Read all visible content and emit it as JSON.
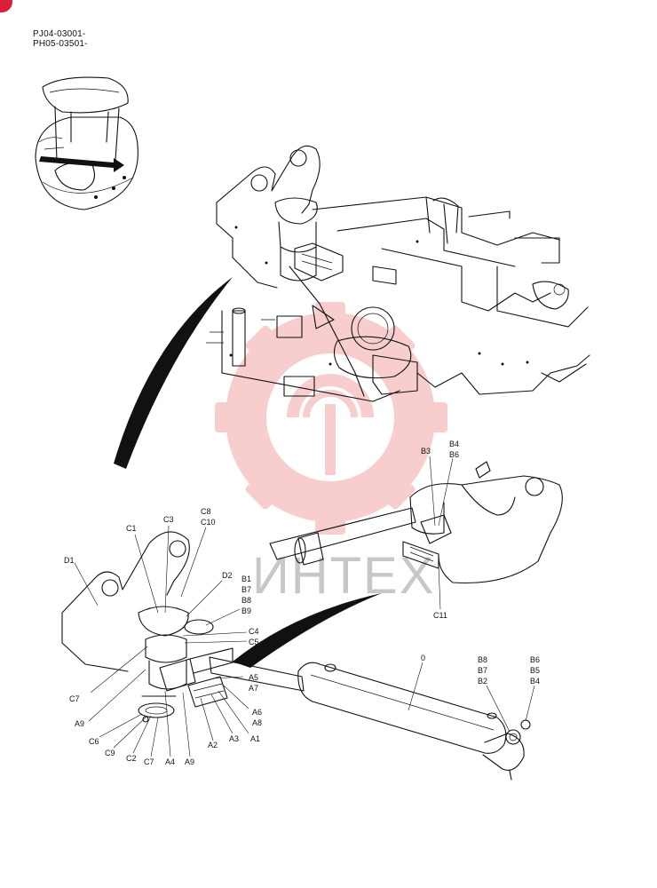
{
  "header": {
    "serial_1": "PJ04-03001-",
    "serial_2": "PH05-03501-"
  },
  "watermark": {
    "text": "ИНТЕХ",
    "color": "#f08a8a"
  },
  "callouts": {
    "C1": "C1",
    "C3": "C3",
    "C8": "C8",
    "C10": "C10",
    "D1": "D1",
    "D2": "D2",
    "B1_left": "B1",
    "B7_left": "B7",
    "B8_left": "B8",
    "B9_left": "B9",
    "C4": "C4",
    "C5": "C5",
    "C7_left": "C7",
    "A5": "A5",
    "A7": "A7",
    "A6": "A6",
    "A8": "A8",
    "A9_left": "A9",
    "A3": "A3",
    "A1": "A1",
    "A2": "A2",
    "C6": "C6",
    "C9": "C9",
    "C2": "C2",
    "C7_bottom": "C7",
    "A4": "A4",
    "A9_bottom": "A9",
    "B3": "B3",
    "B4_top": "B4",
    "B6_top": "B6",
    "C11": "C11",
    "zero": "0",
    "B8_right": "B8",
    "B7_right": "B7",
    "B2": "B2",
    "B6_right": "B6",
    "B5": "B5",
    "B4_right": "B4"
  }
}
